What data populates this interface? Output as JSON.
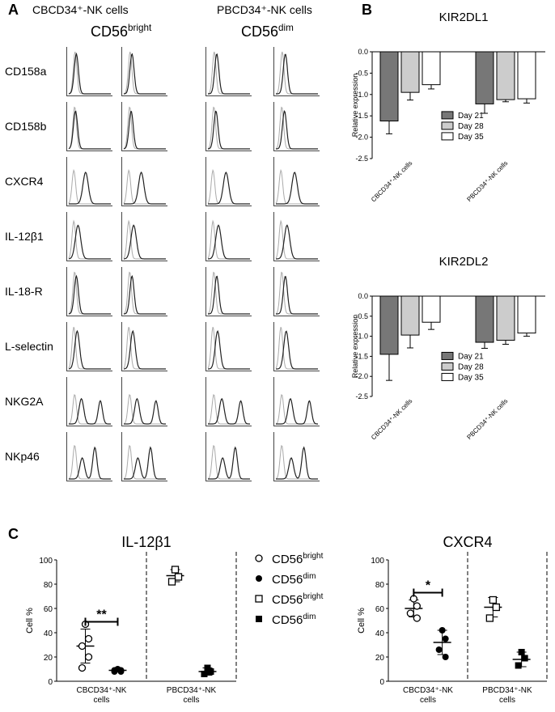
{
  "panel_a": {
    "letter": "A",
    "header_left": "CBCD34⁺-NK cells",
    "header_right": "PBCD34⁺-NK cells",
    "subheader_left_base": "CD56",
    "subheader_left_sup": "bright",
    "subheader_right_base": "CD56",
    "subheader_right_sup": "dim",
    "rows": [
      "CD158a",
      "CD158b",
      "CXCR4",
      "IL-12β1",
      "IL-18-R",
      "L-selectin",
      "NKG2A",
      "NKp46"
    ]
  },
  "panel_b": {
    "letter": "B",
    "legend": [
      "Day 21",
      "Day 28",
      "Day 35"
    ],
    "legend_colors": [
      "#777777",
      "#cccccc",
      "#ffffff"
    ]
  },
  "panel_c": {
    "letter": "C",
    "legend": [
      {
        "base": "CD56",
        "sup": "bright",
        "marker": "open-circle"
      },
      {
        "base": "CD56",
        "sup": "dim",
        "marker": "filled-circle"
      },
      {
        "base": "CD56",
        "sup": "bright",
        "marker": "open-square"
      },
      {
        "base": "CD56",
        "sup": "dim",
        "marker": "filled-square"
      }
    ]
  },
  "chart_data": [
    {
      "type": "bar",
      "title": "KIR2DL1",
      "ylabel": "Relative expression",
      "xlabel": "",
      "categories": [
        "CBCD34⁺-NK cells",
        "PBCD34⁺-NK cells"
      ],
      "ylim": [
        -2.5,
        0.0
      ],
      "yticks": [
        "0.0",
        "-0.5",
        "-1.0",
        "-1.5",
        "-2.0",
        "-2.5"
      ],
      "series": [
        {
          "name": "Day 21",
          "values": [
            -1.62,
            -1.22
          ],
          "errors": [
            0.3,
            0.22
          ]
        },
        {
          "name": "Day 28",
          "values": [
            -0.95,
            -1.12
          ],
          "errors": [
            0.18,
            0.05
          ]
        },
        {
          "name": "Day 35",
          "values": [
            -0.77,
            -1.1
          ],
          "errors": [
            0.1,
            0.1
          ]
        }
      ],
      "legend_position": "bottom-left"
    },
    {
      "type": "bar",
      "title": "KIR2DL2",
      "ylabel": "Relative expression",
      "xlabel": "",
      "categories": [
        "CBCD34⁺-NK cells",
        "PBCD34⁺-NK cells"
      ],
      "ylim": [
        -2.5,
        0.0
      ],
      "yticks": [
        "0.0",
        "-0.5",
        "-1.0",
        "-1.5",
        "-2.0",
        "-2.5"
      ],
      "series": [
        {
          "name": "Day 21",
          "values": [
            -1.45,
            -1.15
          ],
          "errors": [
            0.65,
            0.15
          ]
        },
        {
          "name": "Day 28",
          "values": [
            -0.97,
            -1.1
          ],
          "errors": [
            0.32,
            0.1
          ]
        },
        {
          "name": "Day 35",
          "values": [
            -0.65,
            -0.92
          ],
          "errors": [
            0.18,
            0.08
          ]
        }
      ],
      "legend_position": "bottom-left"
    },
    {
      "type": "scatter",
      "title": "IL-12β1",
      "ylabel": "Cell %",
      "xlabel": "",
      "categories": [
        "CBCD34⁺-NK cells",
        "PBCD34⁺-NK cells"
      ],
      "ylim": [
        0,
        100
      ],
      "yticks": [
        "0",
        "20",
        "40",
        "60",
        "80",
        "100"
      ],
      "significance": "**",
      "series": [
        {
          "name": "CD56bright",
          "group": 0,
          "marker": "open-circle",
          "points": [
            47,
            35,
            29,
            20,
            11
          ],
          "mean": 29,
          "sd": 14
        },
        {
          "name": "CD56dim",
          "group": 0,
          "marker": "filled-circle",
          "points": [
            10,
            9,
            8,
            8,
            9
          ],
          "mean": 9,
          "sd": 1
        },
        {
          "name": "CD56bright",
          "group": 1,
          "marker": "open-square",
          "points": [
            92,
            86,
            82
          ],
          "mean": 87,
          "sd": 5
        },
        {
          "name": "CD56dim",
          "group": 1,
          "marker": "filled-square",
          "points": [
            11,
            8,
            6
          ],
          "mean": 8,
          "sd": 3
        }
      ]
    },
    {
      "type": "scatter",
      "title": "CXCR4",
      "ylabel": "Cell %",
      "xlabel": "",
      "categories": [
        "CBCD34⁺-NK cells",
        "PBCD34⁺-NK cells"
      ],
      "ylim": [
        0,
        100
      ],
      "yticks": [
        "0",
        "20",
        "40",
        "60",
        "80",
        "100"
      ],
      "significance": "*",
      "series": [
        {
          "name": "CD56bright",
          "group": 0,
          "marker": "open-circle",
          "points": [
            68,
            62,
            56,
            52
          ],
          "mean": 60,
          "sd": 7
        },
        {
          "name": "CD56dim",
          "group": 0,
          "marker": "filled-circle",
          "points": [
            42,
            35,
            26,
            20
          ],
          "mean": 32,
          "sd": 10
        },
        {
          "name": "CD56bright",
          "group": 1,
          "marker": "open-square",
          "points": [
            67,
            61,
            52
          ],
          "mean": 61,
          "sd": 8
        },
        {
          "name": "CD56dim",
          "group": 1,
          "marker": "filled-square",
          "points": [
            24,
            19,
            13
          ],
          "mean": 18,
          "sd": 6
        }
      ]
    }
  ]
}
